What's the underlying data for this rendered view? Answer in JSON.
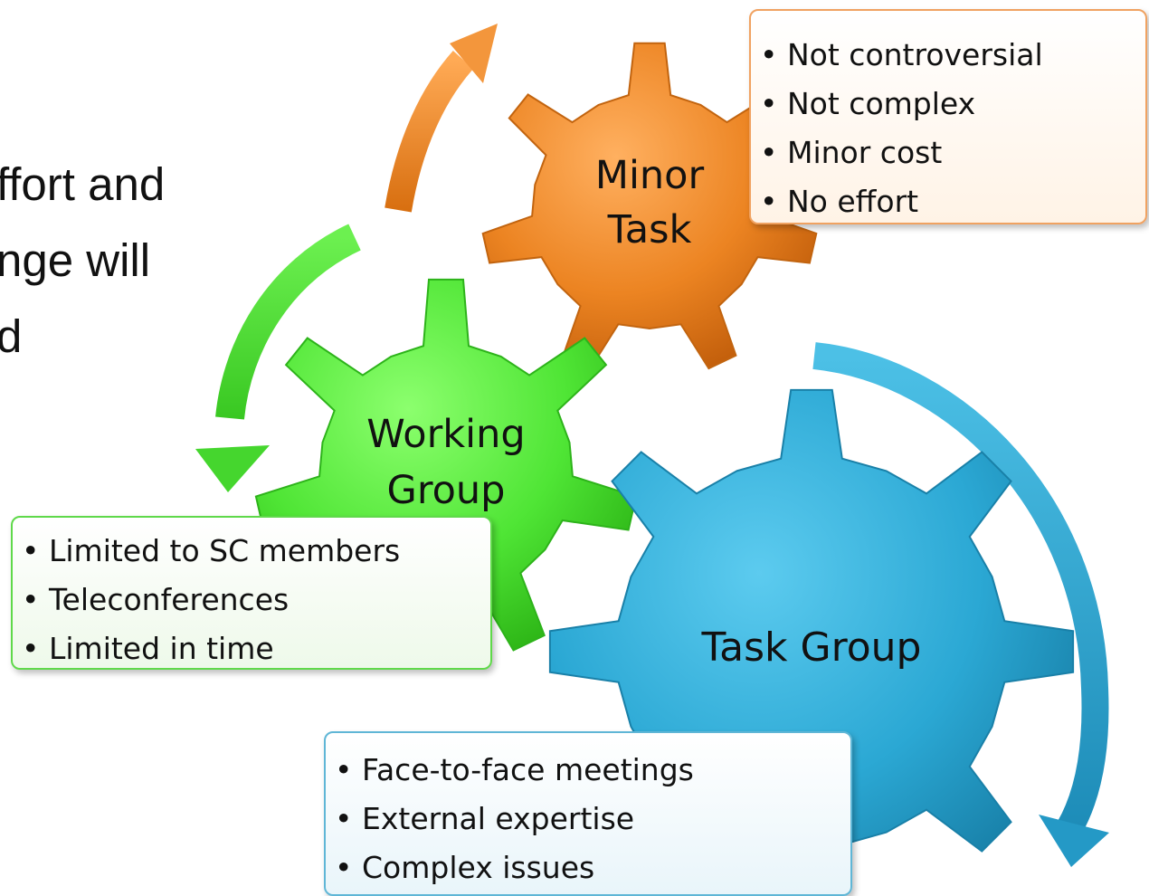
{
  "body_text": {
    "fragments": [
      "ffort and",
      "nge will",
      "d"
    ]
  },
  "gears": {
    "minor": {
      "label_lines": [
        "Minor",
        "Task"
      ],
      "color": "#e8801f"
    },
    "working": {
      "label_lines": [
        "Working",
        "Group"
      ],
      "color": "#52e43a"
    },
    "task": {
      "label": "Task Group",
      "color": "#2aa7d3"
    }
  },
  "boxes": {
    "minor": {
      "items": [
        "Not controversial",
        "Not complex",
        "Minor cost",
        "No effort"
      ]
    },
    "working": {
      "items": [
        "Limited to SC members",
        "Teleconferences",
        "Limited in time"
      ]
    },
    "task": {
      "items": [
        "Face-to-face meetings",
        "External expertise",
        "Complex issues"
      ]
    }
  },
  "arrows": {
    "orange": {
      "icon": "curved-arrow-up",
      "color": "#e8801f"
    },
    "green": {
      "icon": "curved-arrow-down",
      "color": "#4fe33a"
    },
    "blue": {
      "icon": "curved-arrow-down",
      "color": "#2aa7d3"
    }
  }
}
